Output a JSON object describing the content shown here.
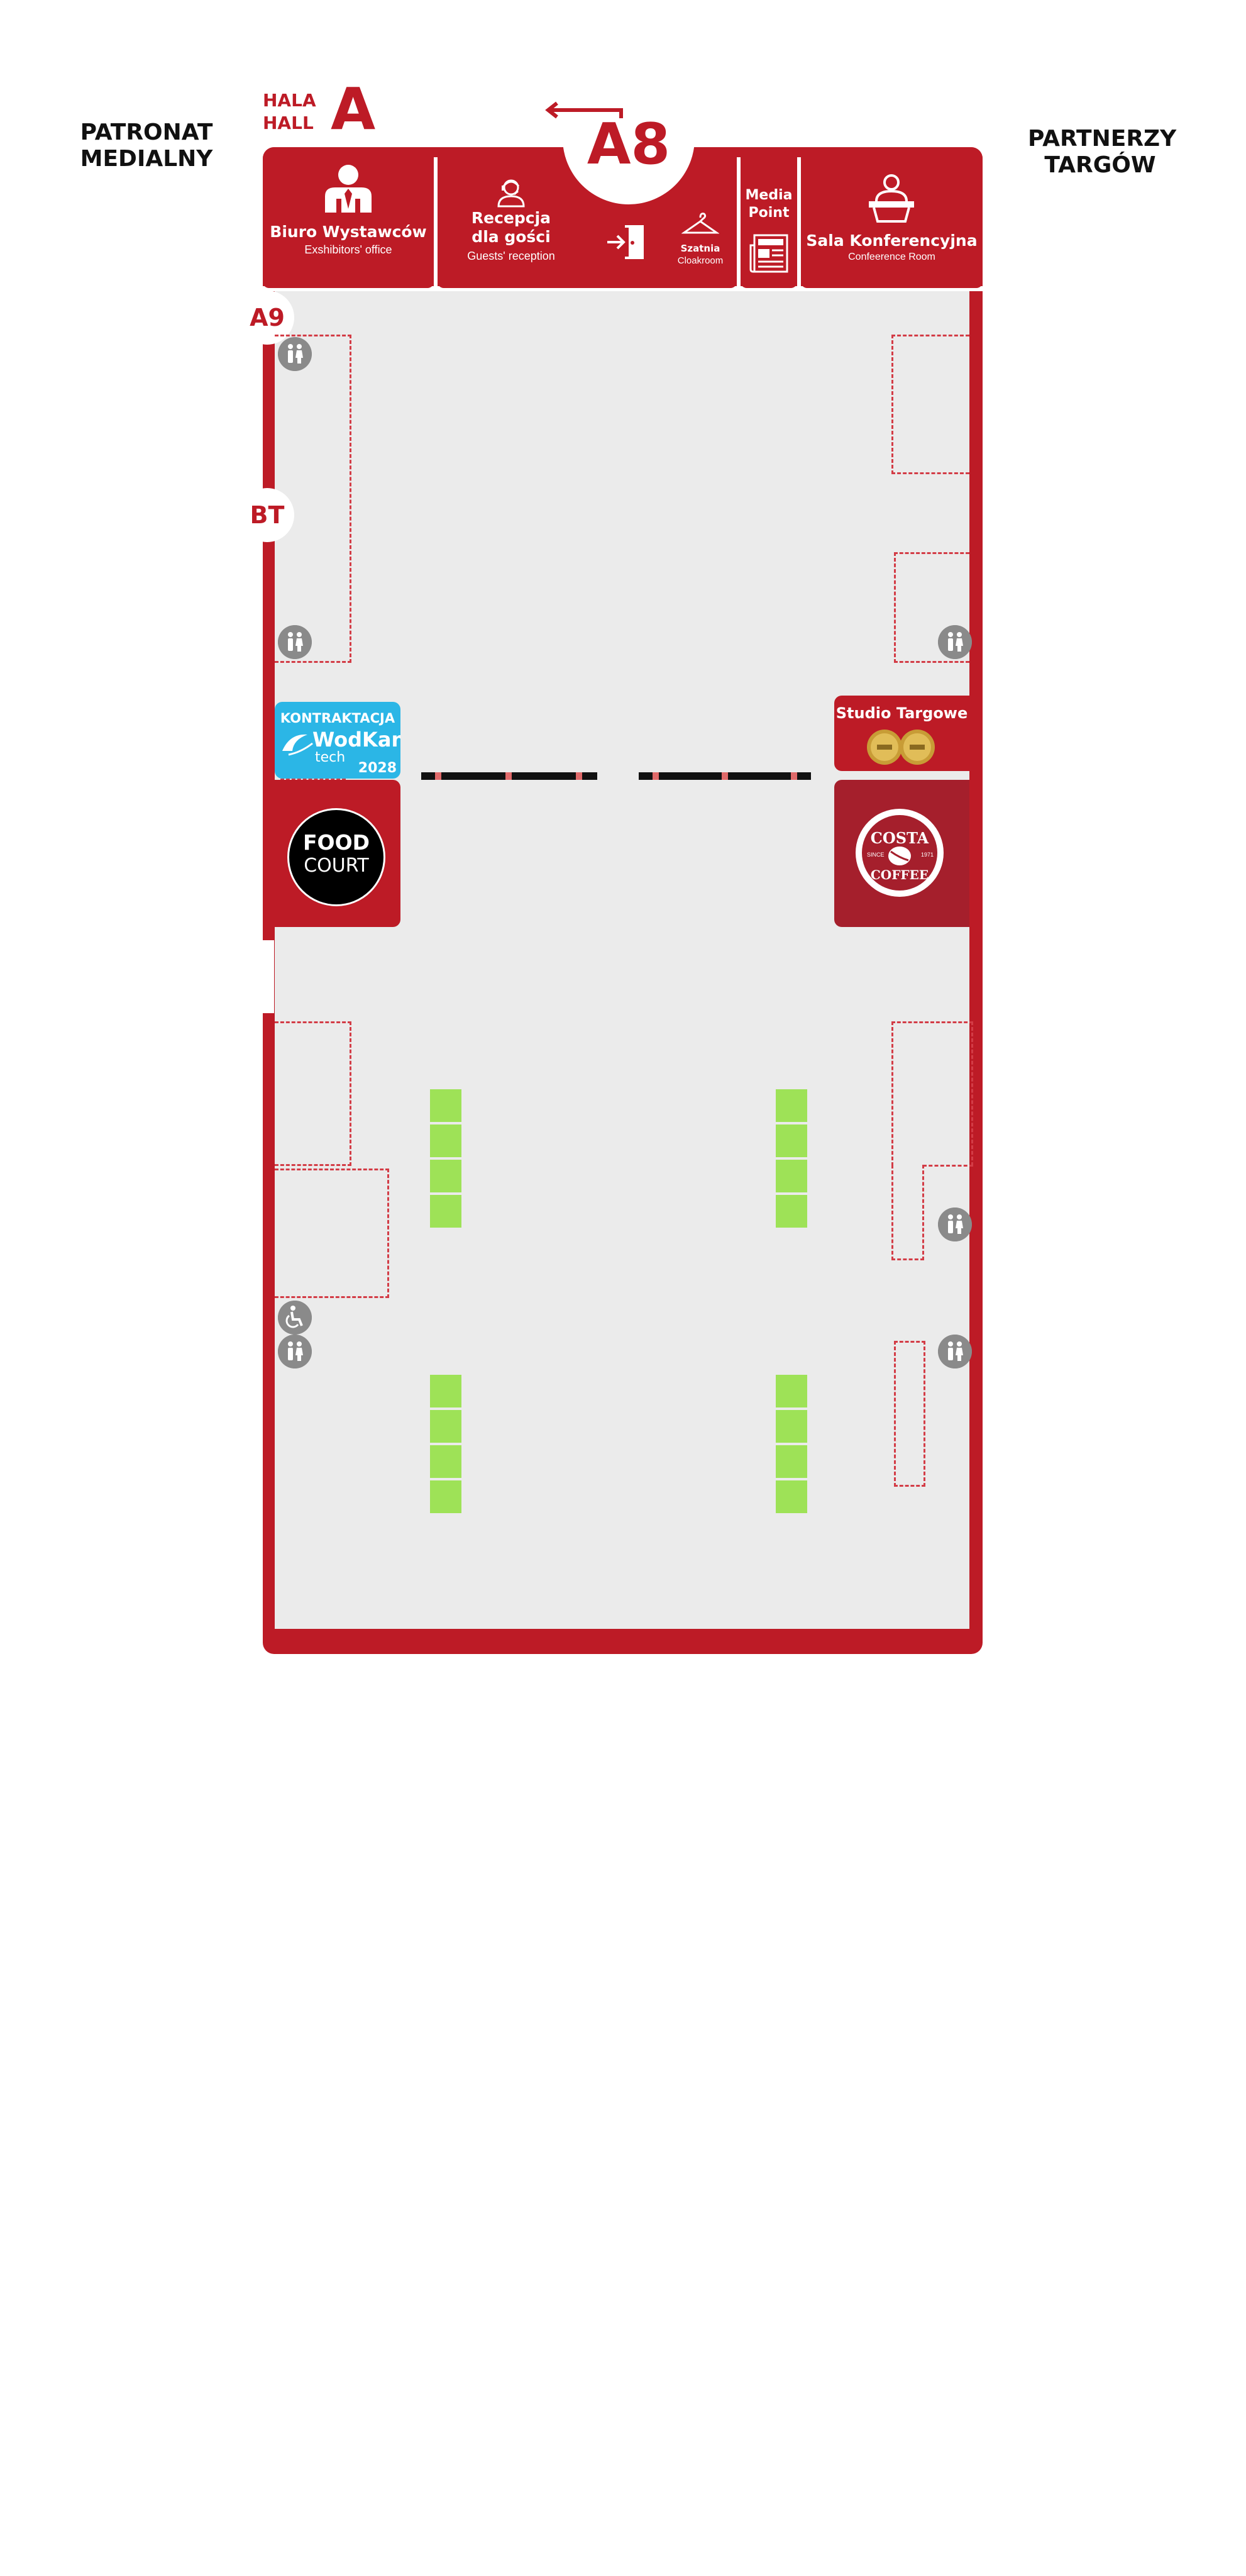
{
  "labels": {
    "media_patron": [
      "PATRONAT",
      "MEDIALNY"
    ],
    "fair_partners": [
      "PARTNERZY",
      "TARGÓW"
    ],
    "hall": {
      "line1": "HALA",
      "line2": "HALL",
      "letter": "A"
    },
    "main_entrance": "A8",
    "entrance_a9": "A9",
    "entrance_bt": "BT"
  },
  "rooms": {
    "exhibitors_office": {
      "title": "Biuro Wystawców",
      "subtitle": "Exshibitors' office",
      "icon": "person-icon"
    },
    "reception": {
      "title_line1": "Recepcja",
      "title_line2": "dla gości",
      "subtitle": "Guests' reception",
      "icon": "receptionist-icon"
    },
    "exit_icon": "exit-door-icon",
    "cloakroom": {
      "title": "Szatnia",
      "subtitle": "Cloakroom",
      "icon": "hanger-icon"
    },
    "media_point": {
      "line1": "Media",
      "line2": "Point",
      "icon": "newspaper-icon"
    },
    "conference_room": {
      "title": "Sala Konferencyjna",
      "subtitle": "Confeerence Room",
      "icon": "speaker-icon"
    }
  },
  "venues": {
    "wodkan": {
      "top": "KONTRAKTACJA",
      "brand": "WodKan",
      "sub": "tech",
      "year": "2028"
    },
    "studio": {
      "title": "Studio Targowe"
    },
    "food_court": {
      "line1": "FOOD",
      "line2": "COURT"
    },
    "costa": {
      "line1": "COSTA",
      "line2": "COFFEE",
      "since": "SINCE",
      "year": "1971"
    }
  },
  "colors": {
    "brand_red": "#bd1b26",
    "floor": "#ebebeb",
    "stand_green": "#9ee257",
    "toilet_gray": "#8a8a8a",
    "costa_red": "#a51f2c"
  },
  "icons": [
    "toilet-icon",
    "wheelchair-icon",
    "arrow-left-icon"
  ]
}
